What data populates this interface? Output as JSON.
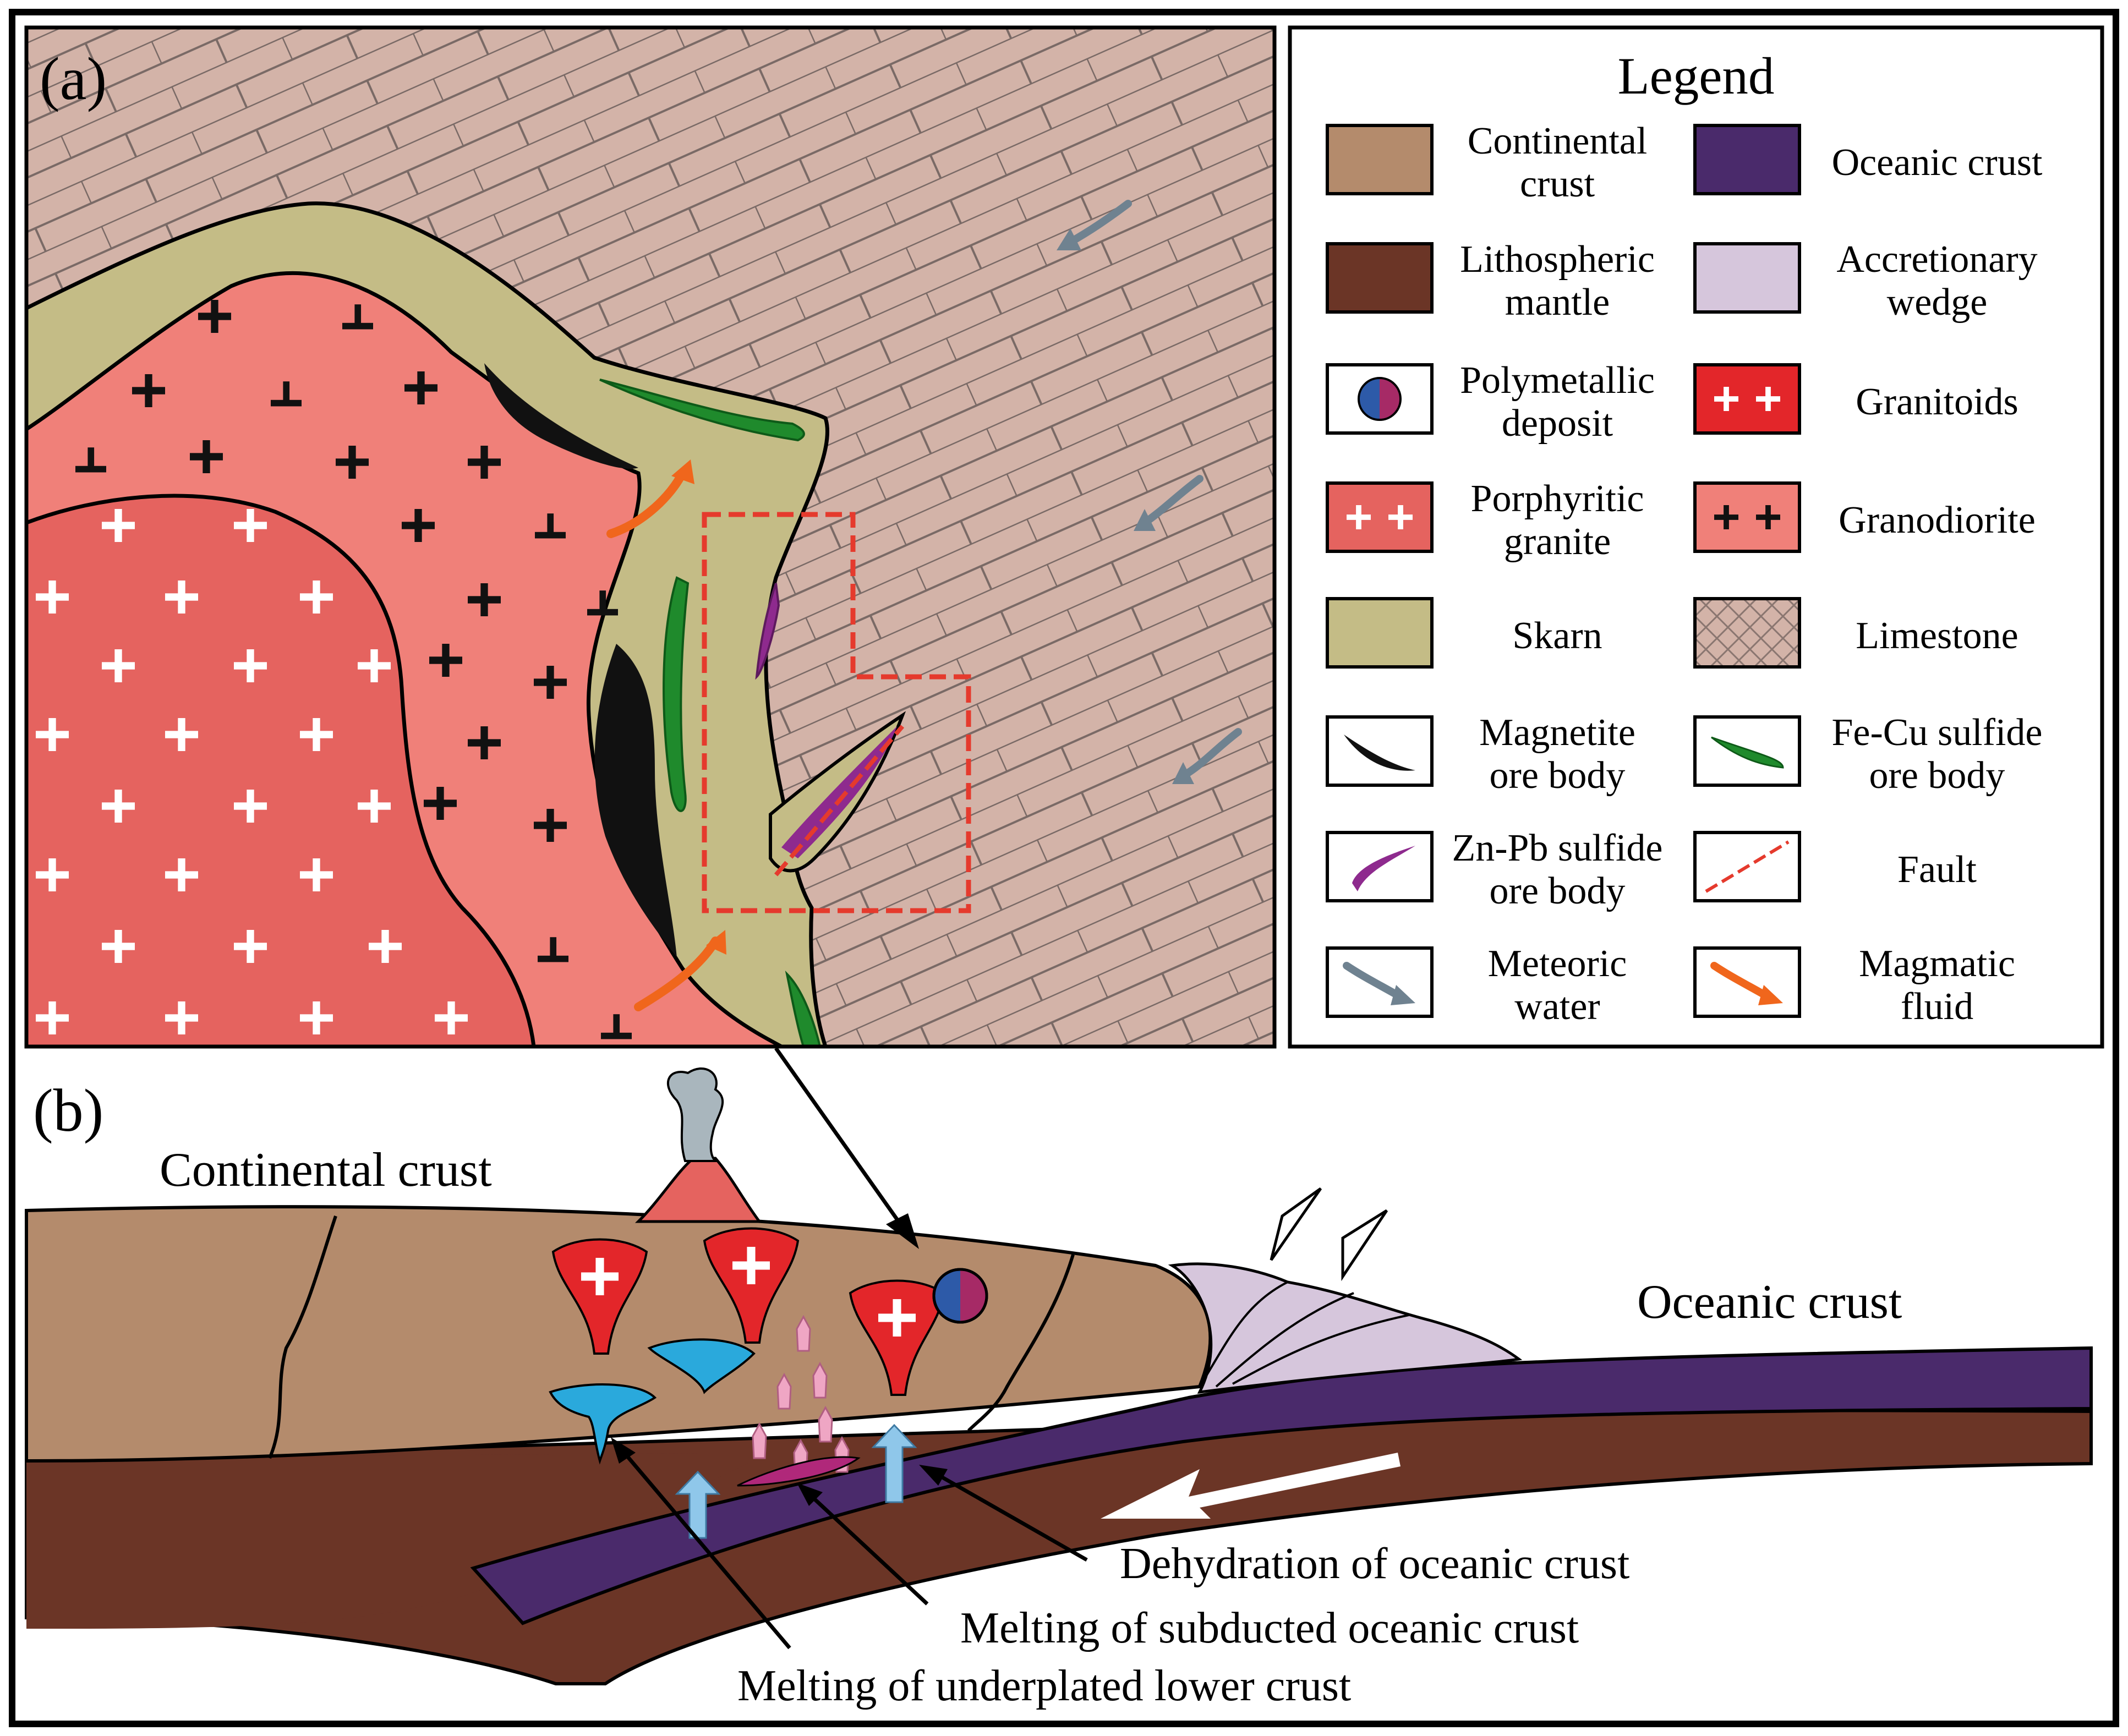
{
  "panel_a": {
    "label": "(a)"
  },
  "panel_b": {
    "label": "(b)",
    "continental_crust_label": "Continental crust",
    "oceanic_crust_label": "Oceanic crust",
    "annotations": [
      "Dehydration of oceanic crust",
      "Melting of subducted oceanic crust",
      "Melting of underplated lower crust"
    ]
  },
  "legend": {
    "title": "Legend",
    "items": [
      {
        "lines": [
          "Continental",
          "crust"
        ],
        "swatch": "continental-crust-swatch",
        "color": "#b48b6c"
      },
      {
        "lines": [
          "Oceanic crust"
        ],
        "swatch": "oceanic-crust-swatch",
        "color": "#4a2a6b"
      },
      {
        "lines": [
          "Lithospheric",
          "mantle"
        ],
        "swatch": "lithospheric-mantle-swatch",
        "color": "#6b3526"
      },
      {
        "lines": [
          "Accretionary",
          "wedge"
        ],
        "swatch": "accretionary-wedge-swatch",
        "color": "#d6c6dc"
      },
      {
        "lines": [
          "Polymetallic",
          "deposit"
        ],
        "swatch": "polymetallic-deposit-icon",
        "color": "#2d5aa8"
      },
      {
        "lines": [
          "Granitoids"
        ],
        "swatch": "granitoids-swatch",
        "color": "#e3262a"
      },
      {
        "lines": [
          "Porphyritic",
          "granite"
        ],
        "swatch": "porphyritic-granite-swatch",
        "color": "#e5635f"
      },
      {
        "lines": [
          "Granodiorite"
        ],
        "swatch": "granodiorite-swatch",
        "color": "#f08079"
      },
      {
        "lines": [
          "Skarn"
        ],
        "swatch": "skarn-swatch",
        "color": "#c4bc86"
      },
      {
        "lines": [
          "Limestone"
        ],
        "swatch": "limestone-swatch",
        "color": "#d3b3a8"
      },
      {
        "lines": [
          "Magnetite",
          "ore body"
        ],
        "swatch": "magnetite-ore-body-icon",
        "color": "#111111"
      },
      {
        "lines": [
          "Fe-Cu sulfide",
          "ore body"
        ],
        "swatch": "fe-cu-sulfide-ore-body-icon",
        "color": "#1f8a2c"
      },
      {
        "lines": [
          "Zn-Pb sulfide",
          "ore body"
        ],
        "swatch": "zn-pb-sulfide-ore-body-icon",
        "color": "#8e2a8e"
      },
      {
        "lines": [
          "Fault"
        ],
        "swatch": "fault-icon",
        "color": "#e53a2d"
      },
      {
        "lines": [
          "Meteoric",
          "water"
        ],
        "swatch": "meteoric-water-arrow-icon",
        "color": "#6f8290"
      },
      {
        "lines": [
          "Magmatic",
          "fluid"
        ],
        "swatch": "magmatic-fluid-arrow-icon",
        "color": "#f0661c"
      }
    ]
  }
}
